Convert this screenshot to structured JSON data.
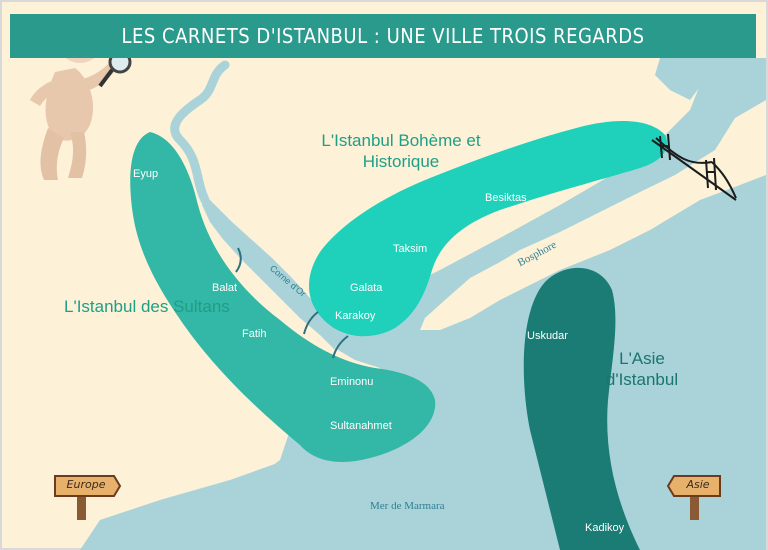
{
  "title": "LES CARNETS D'ISTANBUL : UNE VILLE TROIS REGARDS",
  "areas": {
    "sultans": "L'Istanbul des Sultans",
    "boheme": "L'Istanbul Bohème et Historique",
    "asie": "L'Asie d'Istanbul"
  },
  "places": {
    "eyup": "Eyup",
    "balat": "Balat",
    "fatih": "Fatih",
    "eminonu": "Eminonu",
    "sultanahmet": "Sultanahmet",
    "galata": "Galata",
    "karakoy": "Karakoy",
    "taksim": "Taksim",
    "besiktas": "Besiktas",
    "uskudar": "Uskudar",
    "kadikoy": "Kadikoy"
  },
  "water": {
    "corne": "Corne d'Or",
    "bosphore": "Bosphore",
    "marmara": "Mer de Marmara"
  },
  "signs": {
    "europe": "Europe",
    "asie": "Asie"
  },
  "colors": {
    "land": "#fdf1d8",
    "water": "#a9d3d8",
    "banner": "#2a9a8d",
    "sultans_zone": "#33b7a6",
    "boheme_zone": "#1fd1bb",
    "asie_zone": "#1b7b75"
  }
}
